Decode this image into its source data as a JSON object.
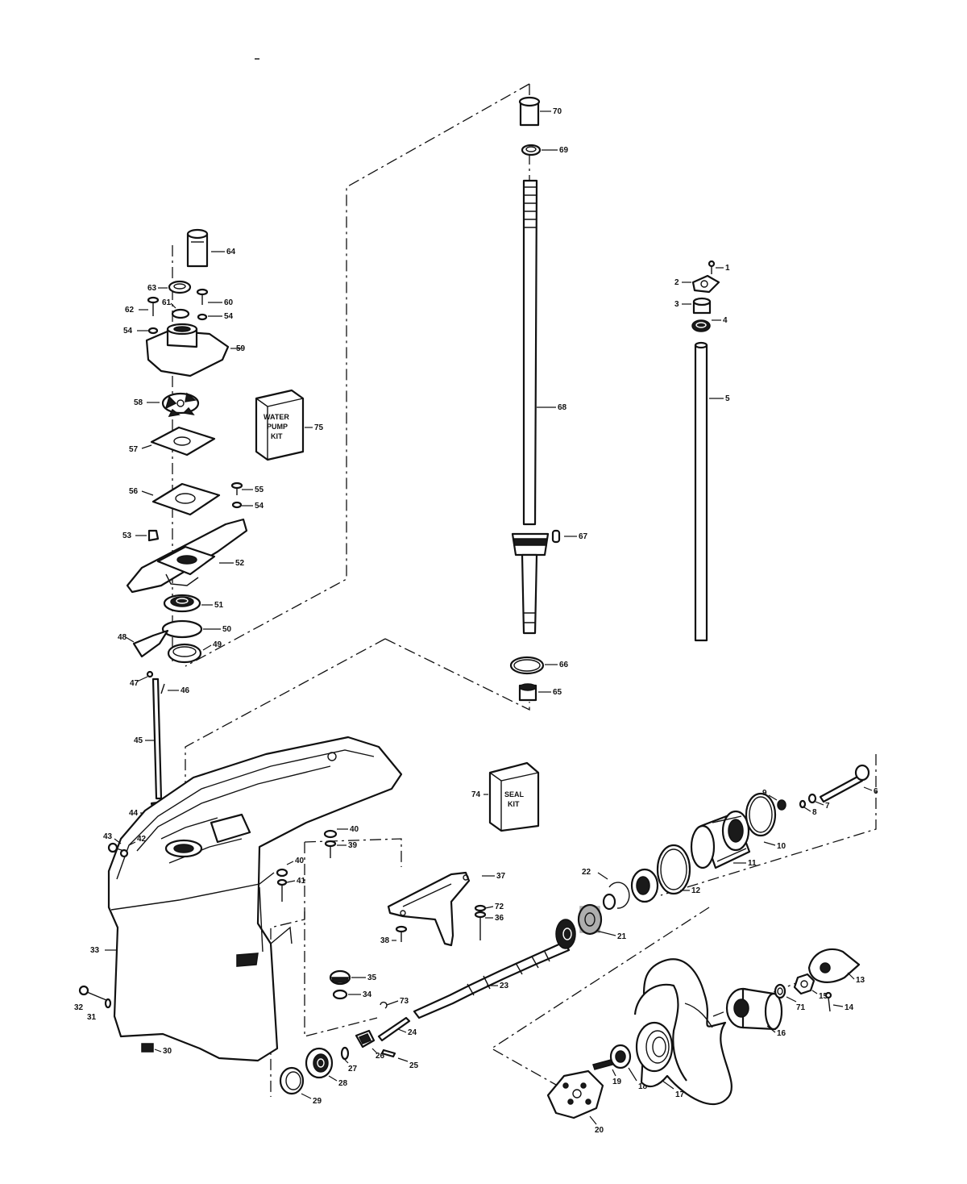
{
  "callouts": {
    "c1": "1",
    "c2": "2",
    "c3": "3",
    "c4": "4",
    "c5": "5",
    "c6": "6",
    "c7": "7",
    "c8": "8",
    "c9": "9",
    "c10": "10",
    "c11": "11",
    "c12": "12",
    "c13": "13",
    "c14": "14",
    "c15": "15",
    "c16": "16",
    "c17": "17",
    "c18": "18",
    "c19": "19",
    "c20": "20",
    "c21": "21",
    "c22": "22",
    "c23": "23",
    "c24": "24",
    "c25": "25",
    "c26": "26",
    "c27": "27",
    "c28": "28",
    "c29": "29",
    "c30": "30",
    "c31": "31",
    "c32": "32",
    "c33": "33",
    "c34": "34",
    "c35": "35",
    "c36": "36",
    "c37": "37",
    "c38": "38",
    "c39": "39",
    "c40a": "40",
    "c40b": "40",
    "c41": "41",
    "c42": "42",
    "c43": "43",
    "c44": "44",
    "c45": "45",
    "c46": "46",
    "c47": "47",
    "c48": "48",
    "c49": "49",
    "c50": "50",
    "c51": "51",
    "c52": "52",
    "c53": "53",
    "c54a": "54",
    "c54b": "54",
    "c54c": "54",
    "c55": "55",
    "c56": "56",
    "c57": "57",
    "c58": "58",
    "c59": "59",
    "c60": "60",
    "c61": "61",
    "c62": "62",
    "c63": "63",
    "c64": "64",
    "c65": "65",
    "c66": "66",
    "c67": "67",
    "c68": "68",
    "c69": "69",
    "c70": "70",
    "c71": "71",
    "c72": "72",
    "c73": "73",
    "c74": "74",
    "c75": "75"
  },
  "kits": {
    "water_pump_kit": {
      "line1": "WATER",
      "line2": "PUMP",
      "line3": "KIT"
    },
    "seal_kit": {
      "line1": "SEAL",
      "line2": "KIT"
    }
  }
}
